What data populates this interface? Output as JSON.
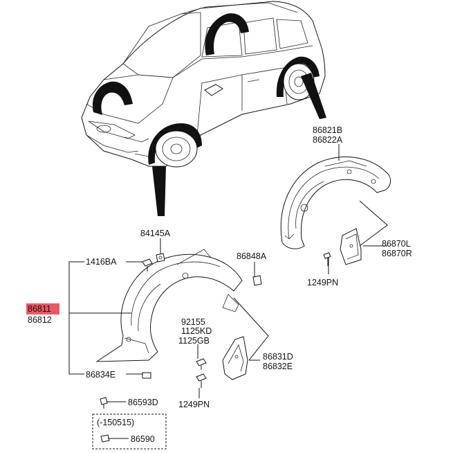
{
  "labels": {
    "rear_upper": "86821B",
    "rear_lower": "86822A",
    "fastener_top": "84145A",
    "clip_a": "1416BA",
    "bracket": "86848A",
    "front_liner_hl": "86811",
    "front_liner": "86812",
    "screw_group_1": "92155",
    "screw_group_2": "1125KD",
    "screw_group_3": "1125GB",
    "front_mudflap_1": "86831D",
    "front_mudflap_2": "86832E",
    "liner_bolt": "86834E",
    "screw_a": "86593D",
    "screw_b_rear": "1249PN",
    "screw_b_front": "1249PN",
    "rear_mudflap_l": "86870L",
    "rear_mudflap_r": "86870R",
    "footnote_range": "(-150515)",
    "footnote_part": "86590"
  },
  "colors": {
    "highlight": "#e8394a",
    "line": "#111111",
    "background": "#ffffff"
  }
}
